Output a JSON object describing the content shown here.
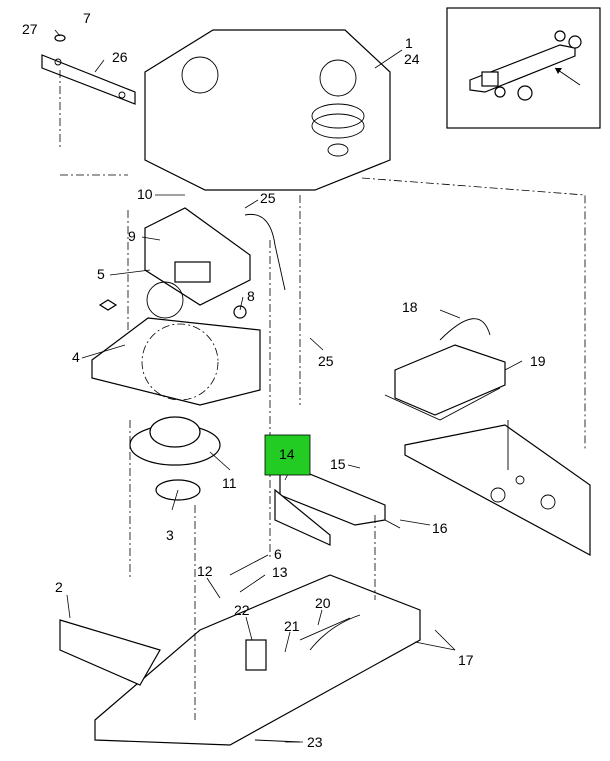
{
  "labels": {
    "p1": "1",
    "p24": "24",
    "p27": "27",
    "p7": "7",
    "p26": "26",
    "p10": "10",
    "p25a": "25",
    "p25b": "25",
    "p9": "9",
    "p5": "5",
    "p8": "8",
    "p4": "4",
    "p18": "18",
    "p19": "19",
    "p14": "14",
    "p15": "15",
    "p11": "11",
    "p3": "3",
    "p16": "16",
    "p6": "6",
    "p12": "12",
    "p13": "13",
    "p2": "2",
    "p22": "22",
    "p20": "20",
    "p21": "21",
    "p17": "17",
    "p23": "23"
  },
  "highlight": {
    "color": "#22cc22"
  }
}
